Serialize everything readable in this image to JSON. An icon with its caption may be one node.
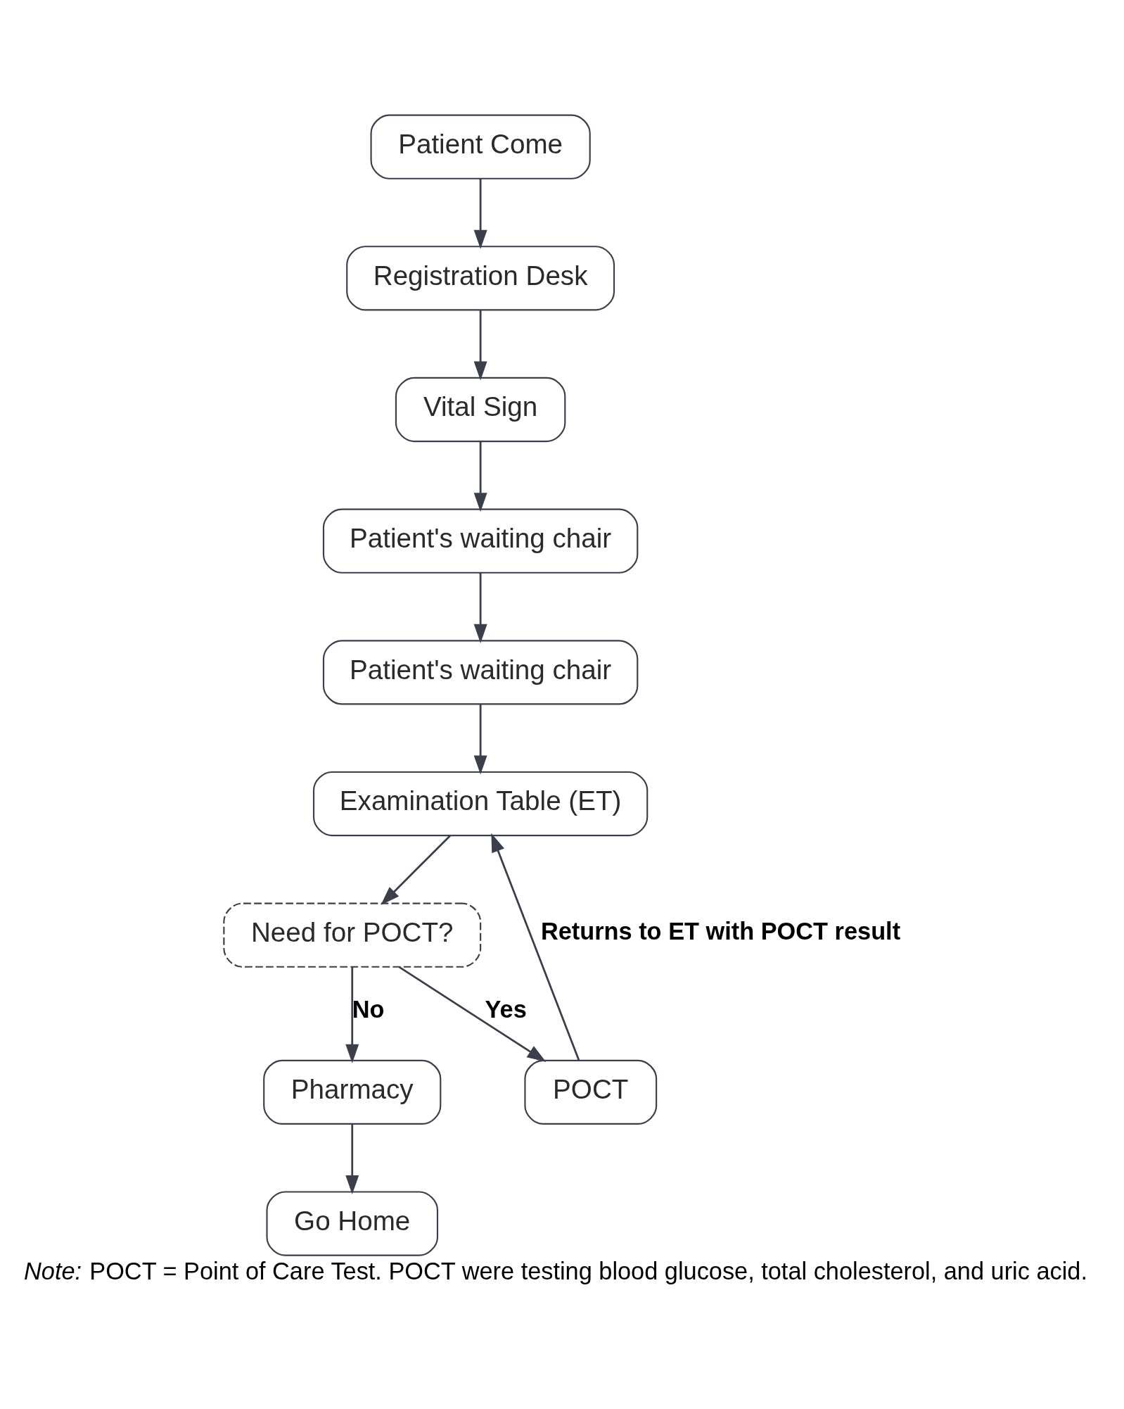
{
  "diagram": {
    "caption": "*Note:* POCT = Point of Care Test. POCT were testing blood glucose, total cholesterol, and uric acid.",
    "nodes": [
      {
        "text": [
          "Patient Come"
        ]
      },
      {
        "text": [
          "Registration Desk"
        ]
      },
      {
        "text": [
          "Vital Sign"
        ]
      },
      {
        "text": [
          "Patient's waiting chair"
        ]
      },
      {
        "text": [
          "Patient's waiting chair"
        ]
      },
      {
        "text": [
          "Examination Table (ET)"
        ]
      },
      {
        "text": [
          "Need for POCT?"
        ]
      },
      {
        "text": [
          "POCT"
        ]
      },
      {
        "text": [
          "Pharmacy"
        ]
      },
      {
        "text": [
          "Go Home"
        ]
      }
    ],
    "edges": [
      {
        "from": 0,
        "to": 1,
        "arrow": "to"
      },
      {
        "from": 1,
        "to": 2,
        "arrow": "to"
      },
      {
        "from": 2,
        "to": 3,
        "arrow": "to"
      },
      {
        "from": 3,
        "to": 4,
        "arrow": "to"
      },
      {
        "from": 4,
        "to": 5,
        "arrow": "to"
      },
      {
        "from": 5,
        "to": 6,
        "arrow": "to"
      },
      {
        "from": 6,
        "to": 7,
        "arrow": "to",
        "label": "Yes"
      },
      {
        "from": 6,
        "to": 8,
        "arrow": "to",
        "label": "No"
      },
      {
        "from": 7,
        "to": 5,
        "arrow": "to",
        "label": "Returns to ET with POCT result"
      },
      {
        "from": 8,
        "to": 9,
        "arrow": "to"
      }
    ]
  }
}
